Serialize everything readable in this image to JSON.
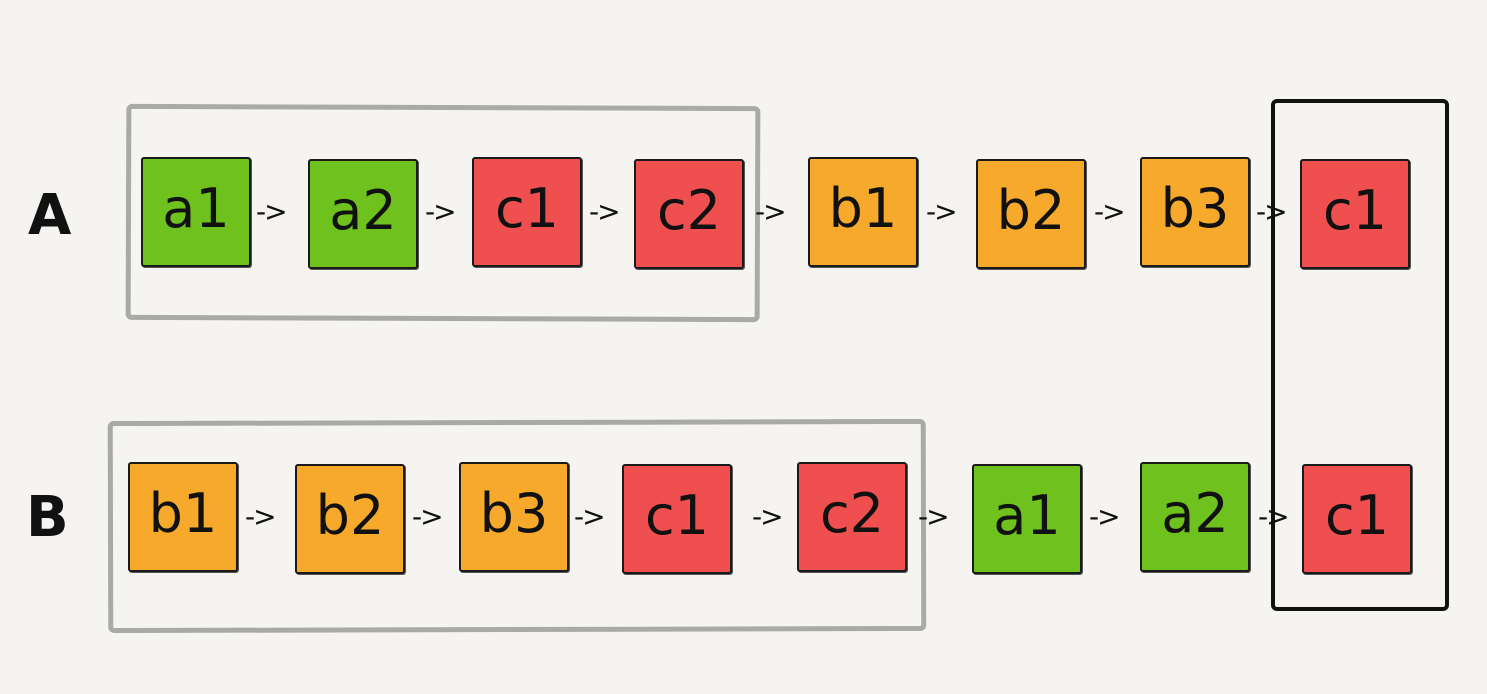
{
  "colors": {
    "a": "#6fc21e",
    "b": "#f7a92b",
    "c": "#f04f4f",
    "background": "#f6f4f1",
    "group_frame": "#a8aaa6",
    "common_frame": "#111111"
  },
  "connector": "->",
  "row_a": {
    "label": "A",
    "nodes": [
      {
        "text": "a1",
        "kind": "a"
      },
      {
        "text": "a2",
        "kind": "a"
      },
      {
        "text": "c1",
        "kind": "c"
      },
      {
        "text": "c2",
        "kind": "c"
      },
      {
        "text": "b1",
        "kind": "b"
      },
      {
        "text": "b2",
        "kind": "b"
      },
      {
        "text": "b3",
        "kind": "b"
      },
      {
        "text": "c1",
        "kind": "c"
      }
    ]
  },
  "row_b": {
    "label": "B",
    "nodes": [
      {
        "text": "b1",
        "kind": "b"
      },
      {
        "text": "b2",
        "kind": "b"
      },
      {
        "text": "b3",
        "kind": "b"
      },
      {
        "text": "c1",
        "kind": "c"
      },
      {
        "text": "c2",
        "kind": "c"
      },
      {
        "text": "a1",
        "kind": "a"
      },
      {
        "text": "a2",
        "kind": "a"
      },
      {
        "text": "c1",
        "kind": "c"
      }
    ]
  }
}
